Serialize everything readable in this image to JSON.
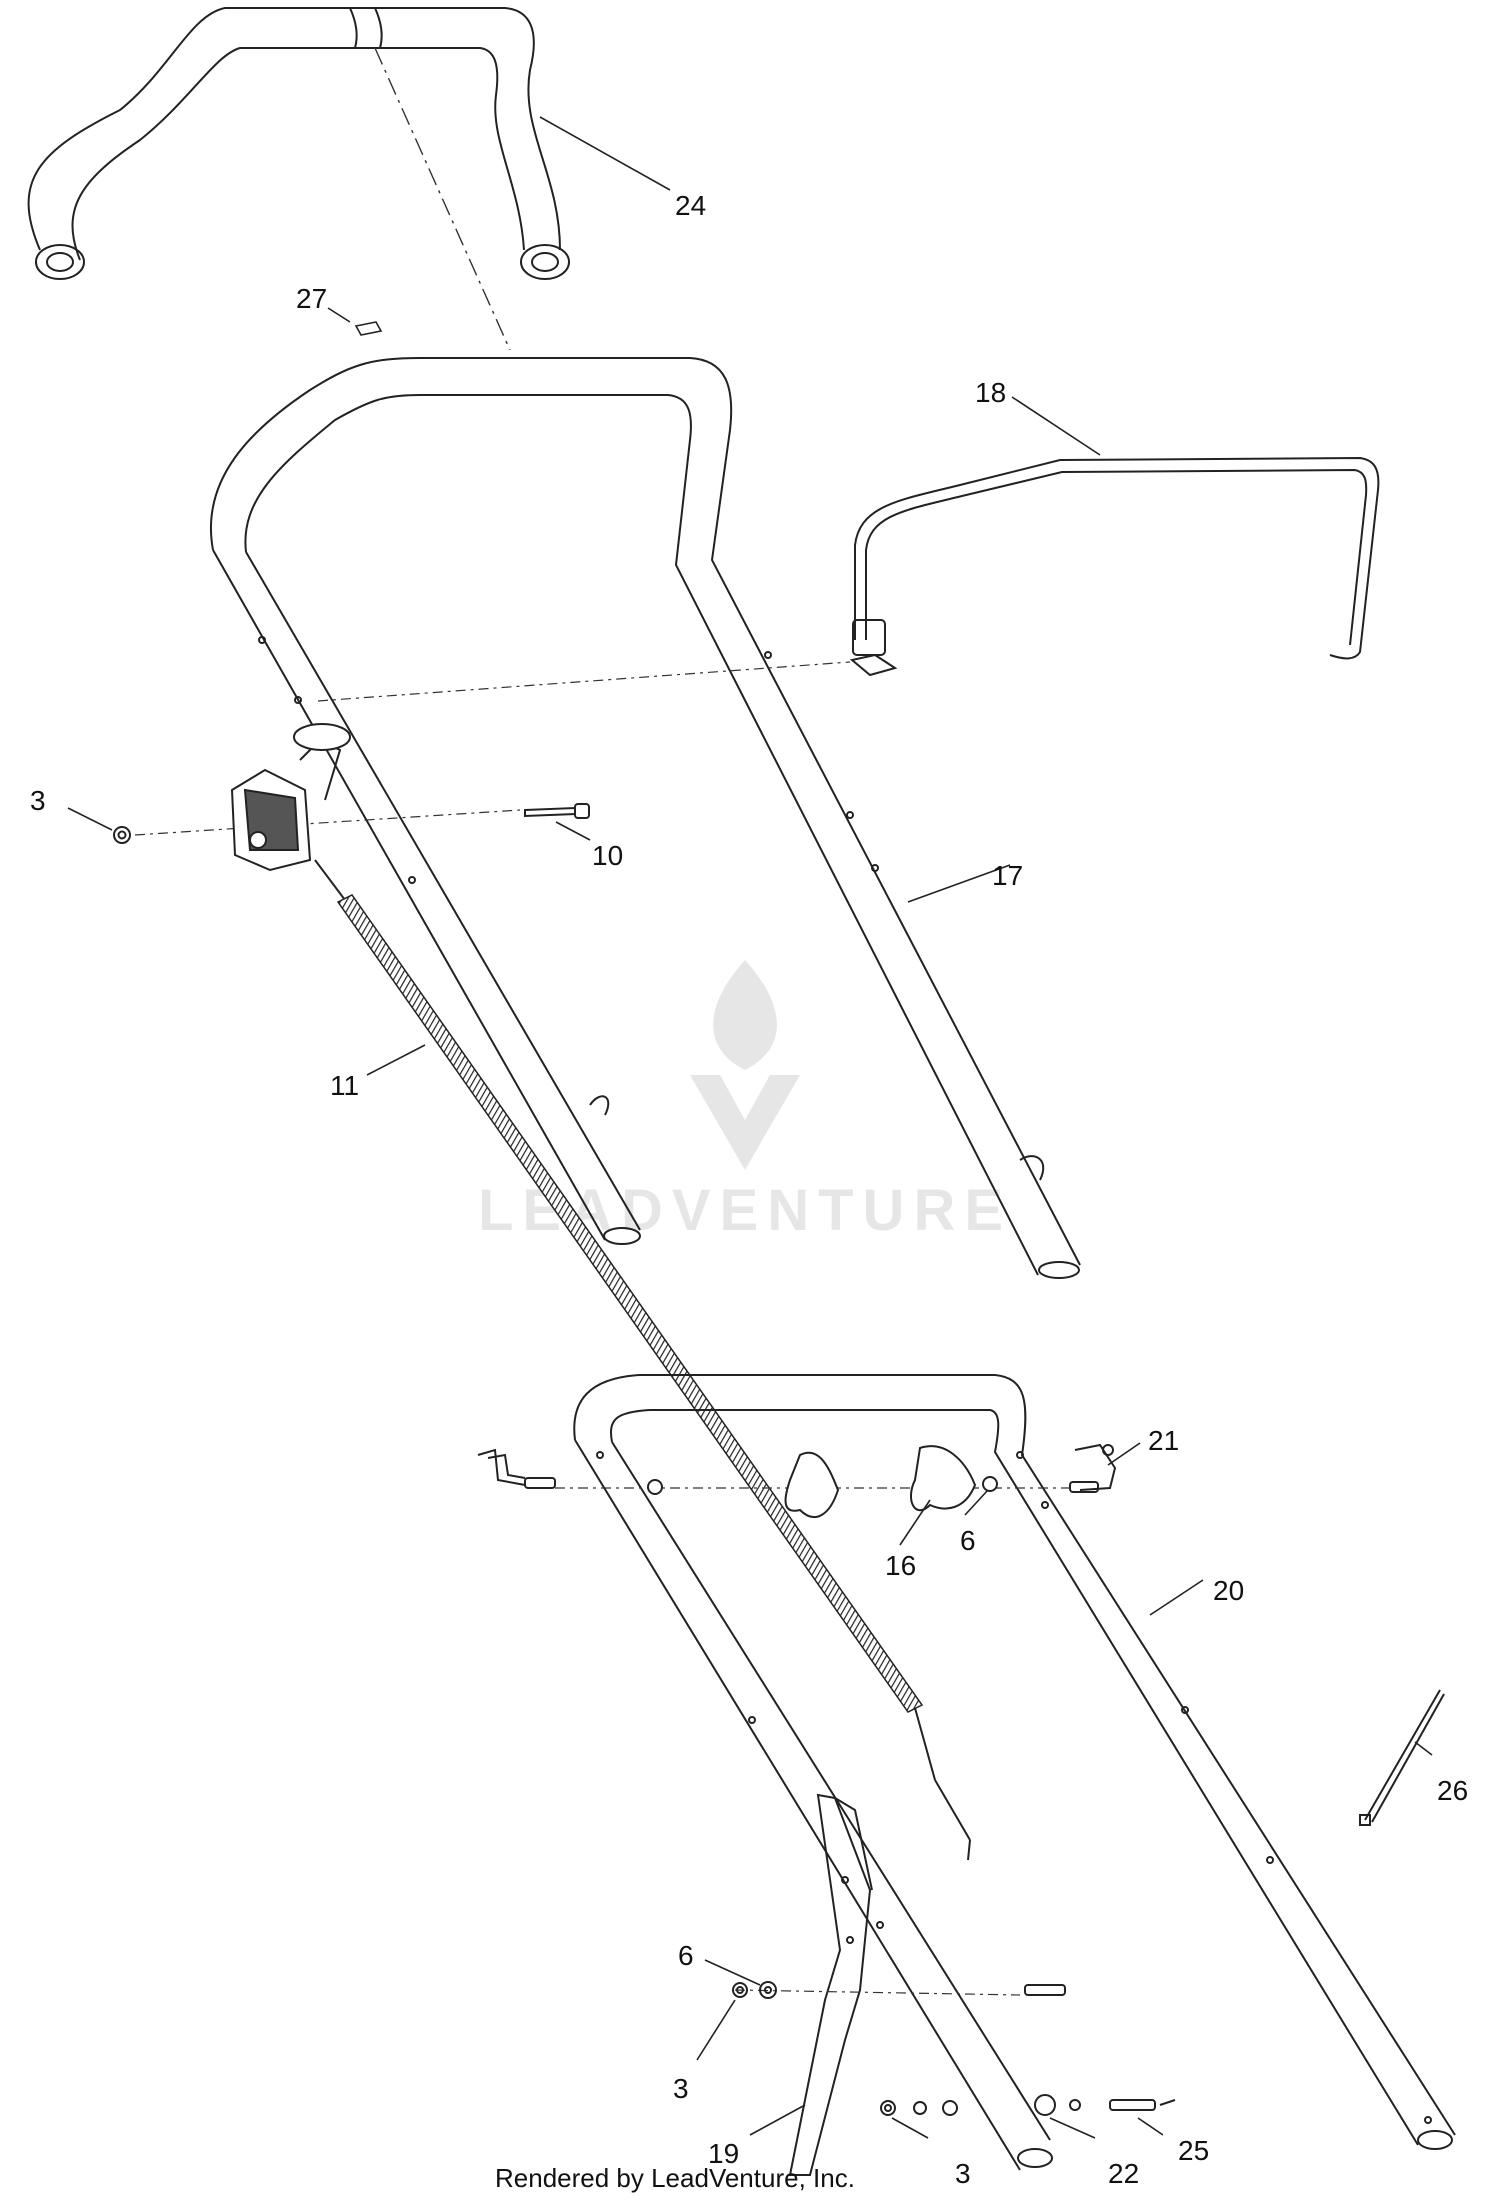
{
  "diagram": {
    "callouts": {
      "c24": "24",
      "c27": "27",
      "c18": "18",
      "c3a": "3",
      "c10": "10",
      "c17": "17",
      "c11": "11",
      "c21": "21",
      "c16": "16",
      "c6a": "6",
      "c20": "20",
      "c26": "26",
      "c6b": "6",
      "c3b": "3",
      "c19": "19",
      "c3c": "3",
      "c22": "22",
      "c25": "25"
    },
    "watermark": "LEADVENTURE",
    "footer": "Rendered by LeadVenture, Inc."
  }
}
